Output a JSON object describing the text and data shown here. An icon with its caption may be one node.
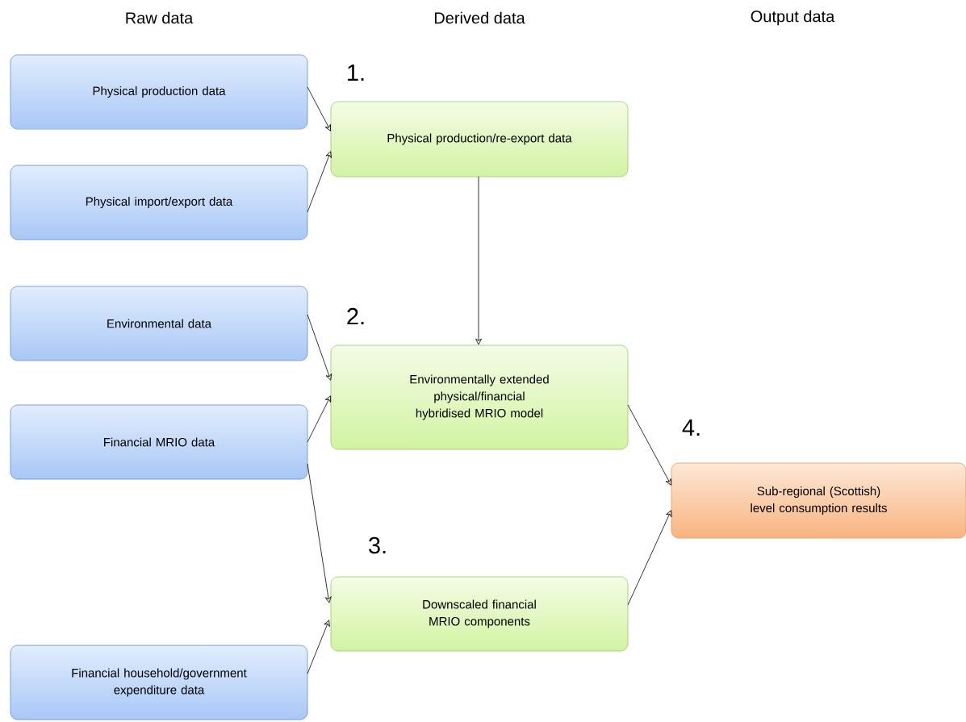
{
  "diagram": {
    "nodes": [
      {
        "text": [
          "Physical production data"
        ]
      },
      {
        "text": [
          "Physical import/export data"
        ]
      },
      {
        "text": [
          "Environmental data"
        ]
      },
      {
        "text": [
          "Financial MRIO data"
        ]
      },
      {
        "text": [
          "Financial household/government expenditure data"
        ]
      },
      {
        "text": [
          "Physical production/re-export data"
        ],
        "beside": [
          "1."
        ]
      },
      {
        "text": [
          "Environmentally extended physical/financial hybridised MRIO model"
        ],
        "beside": [
          "2."
        ]
      },
      {
        "text": [
          "Downscaled financial MRIO components"
        ],
        "beside": [
          "3."
        ]
      },
      {
        "text": [
          "Sub-regional (Scottish) level consumption results"
        ],
        "beside": [
          "4."
        ]
      }
    ],
    "edges": [
      {
        "from": 0,
        "to": 5,
        "arrow": "to"
      },
      {
        "from": 1,
        "to": 5,
        "arrow": "to"
      },
      {
        "from": 5,
        "to": 6,
        "arrow": "to"
      },
      {
        "from": 2,
        "to": 6,
        "arrow": "to"
      },
      {
        "from": 3,
        "to": 6,
        "arrow": "to"
      },
      {
        "from": 3,
        "to": 7,
        "arrow": "to"
      },
      {
        "from": 4,
        "to": 7,
        "arrow": "to"
      },
      {
        "from": 6,
        "to": 8,
        "arrow": "to"
      },
      {
        "from": 7,
        "to": 8,
        "arrow": "to"
      }
    ],
    "labels": [
      "Raw data",
      "Derived data",
      "Output data"
    ]
  }
}
